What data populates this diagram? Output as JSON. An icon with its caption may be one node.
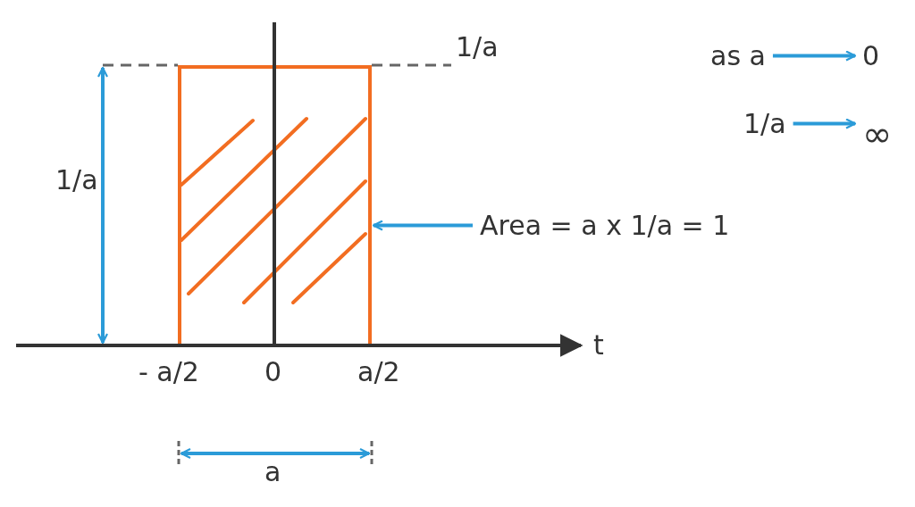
{
  "diagram": {
    "nodes": [
      {
        "text": [],
        "shape": "box"
      },
      {
        "text": [
          "Area = a x 1/a = 1"
        ]
      },
      {
        "text": [
          "as a"
        ]
      },
      {
        "text": [
          "0"
        ]
      },
      {
        "text": [
          "1/a"
        ]
      },
      {
        "text": [
          "∞"
        ]
      }
    ],
    "edges": [
      {
        "from": 1,
        "to": 0,
        "arrow": "to"
      },
      {
        "from": 2,
        "to": 3,
        "arrow": "to"
      },
      {
        "from": 4,
        "to": 5,
        "arrow": "to"
      }
    ],
    "labels": [
      "1/a",
      "1/a",
      "t",
      "- a/2",
      "0",
      "a/2",
      "a"
    ]
  }
}
